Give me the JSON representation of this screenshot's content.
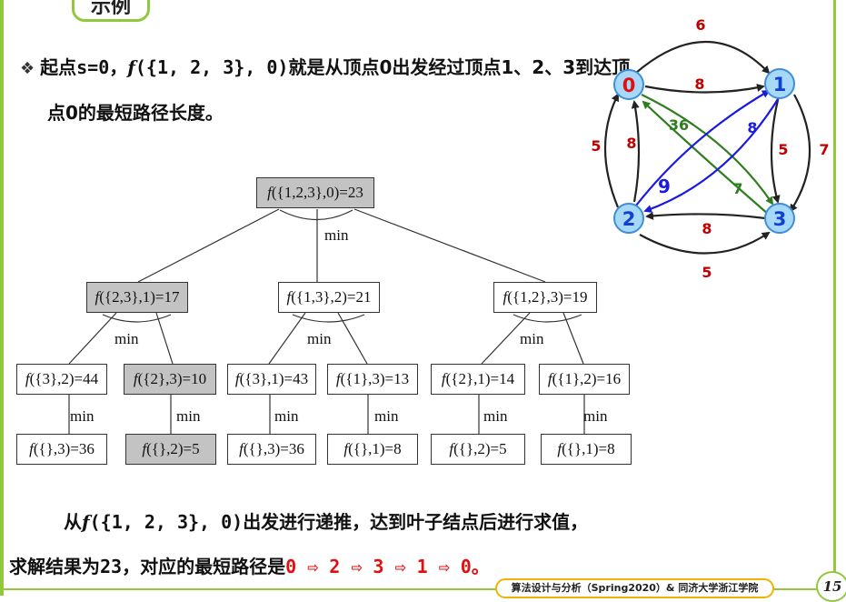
{
  "header_tag": "示例",
  "intro": {
    "line1_pre": "起点",
    "line1_s": "s=0",
    "line1_comma": "，",
    "line1_f": "f",
    "line1_args": "({1, 2, 3}, 0)",
    "line1_post": "就是从顶点0出发经过顶点1、2、3到达顶",
    "line2": "点0的最短路径长度。"
  },
  "tree": {
    "min_label": "min",
    "nodes": [
      {
        "id": "root",
        "f": "f",
        "arg": "({1,2,3},0)=23",
        "gray": true
      },
      {
        "id": "n23_1",
        "f": "f",
        "arg": "({2,3},1)=17",
        "gray": true
      },
      {
        "id": "n13_2",
        "f": "f",
        "arg": "({1,3},2)=21",
        "gray": false
      },
      {
        "id": "n12_3",
        "f": "f",
        "arg": "({1,2},3)=19",
        "gray": false
      },
      {
        "id": "n3_2",
        "f": "f",
        "arg": "({3},2)=44",
        "gray": false
      },
      {
        "id": "n2_3",
        "f": "f",
        "arg": "({2},3)=10",
        "gray": true
      },
      {
        "id": "n3_1",
        "f": "f",
        "arg": "({3},1)=43",
        "gray": false
      },
      {
        "id": "n1_3",
        "f": "f",
        "arg": "({1},3)=13",
        "gray": false
      },
      {
        "id": "n2_1",
        "f": "f",
        "arg": "({2},1)=14",
        "gray": false
      },
      {
        "id": "n1_2",
        "f": "f",
        "arg": "({1},2)=16",
        "gray": false
      },
      {
        "id": "l3",
        "f": "f",
        "arg": "({},3)=36",
        "gray": false
      },
      {
        "id": "l2",
        "f": "f",
        "arg": "({},2)=5",
        "gray": true
      },
      {
        "id": "l3b",
        "f": "f",
        "arg": "({},3)=36",
        "gray": false
      },
      {
        "id": "l1",
        "f": "f",
        "arg": "({},1)=8",
        "gray": false
      },
      {
        "id": "l2b",
        "f": "f",
        "arg": "({},2)=5",
        "gray": false
      },
      {
        "id": "l1b",
        "f": "f",
        "arg": "({},1)=8",
        "gray": false
      }
    ]
  },
  "graph": {
    "nodes": [
      "0",
      "1",
      "2",
      "3"
    ],
    "colors": {
      "node_fill": "#a8d8f8",
      "node_stroke": "#3c8fd8",
      "node0_text": "#e01010",
      "node_text": "#1040d0",
      "black": "#222222",
      "green": "#2e7d1e",
      "blue": "#1a1ae0",
      "red_weight": "#c00000"
    },
    "weights": {
      "w01_top": "6",
      "w01": "8",
      "w13_right": "7",
      "w13": "5",
      "w03": "36",
      "w10": "8",
      "w20_left": "5",
      "w20": "8",
      "w21": "9",
      "w30": "7",
      "w32": "8",
      "w23": "5"
    }
  },
  "conclusion": {
    "line1_pre": "从",
    "line1_f": "f",
    "line1_args": "({1, 2, 3}, 0)",
    "line1_post": "出发进行递推，达到叶子结点后进行求值，",
    "line2_pre": "求解结果为",
    "line2_num": "23",
    "line2_mid": "，对应的最短路径是",
    "path": "0 ⇨ 2 ⇨ 3 ⇨ 1 ⇨ 0",
    "line2_end": "。"
  },
  "footer": "算法设计与分析（Spring2020）& 同济大学浙江学院",
  "page_number": "15"
}
